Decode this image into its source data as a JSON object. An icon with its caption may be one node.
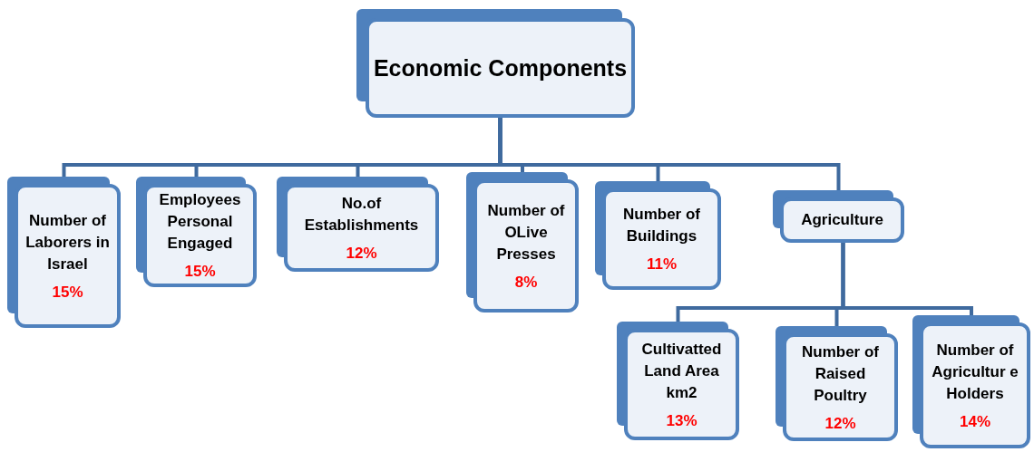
{
  "diagram": {
    "nodes": [
      {
        "text": [
          "Economic Components"
        ]
      },
      {
        "text": [
          "Number of Laborers in Israel",
          "15%"
        ]
      },
      {
        "text": [
          "Employees Personal Engaged",
          "15%"
        ]
      },
      {
        "text": [
          "No.of Establishments",
          "12%"
        ]
      },
      {
        "text": [
          "Number of OLive Presses",
          "8%"
        ]
      },
      {
        "text": [
          "Number of Buildings",
          "11%"
        ]
      },
      {
        "text": [
          "Agriculture"
        ]
      },
      {
        "text": [
          "Cultivatted Land Area km2",
          "13%"
        ]
      },
      {
        "text": [
          "Number of Raised Poultry",
          "12%"
        ]
      },
      {
        "text": [
          "Number of Agricultur e Holders",
          "14%"
        ]
      }
    ],
    "edges": [
      {
        "from": 0,
        "to": 1,
        "arrow": "none"
      },
      {
        "from": 0,
        "to": 2,
        "arrow": "none"
      },
      {
        "from": 0,
        "to": 3,
        "arrow": "none"
      },
      {
        "from": 0,
        "to": 4,
        "arrow": "none"
      },
      {
        "from": 0,
        "to": 5,
        "arrow": "none"
      },
      {
        "from": 0,
        "to": 6,
        "arrow": "none"
      },
      {
        "from": 6,
        "to": 7,
        "arrow": "none"
      },
      {
        "from": 6,
        "to": 8,
        "arrow": "none"
      },
      {
        "from": 6,
        "to": 9,
        "arrow": "none"
      }
    ]
  }
}
